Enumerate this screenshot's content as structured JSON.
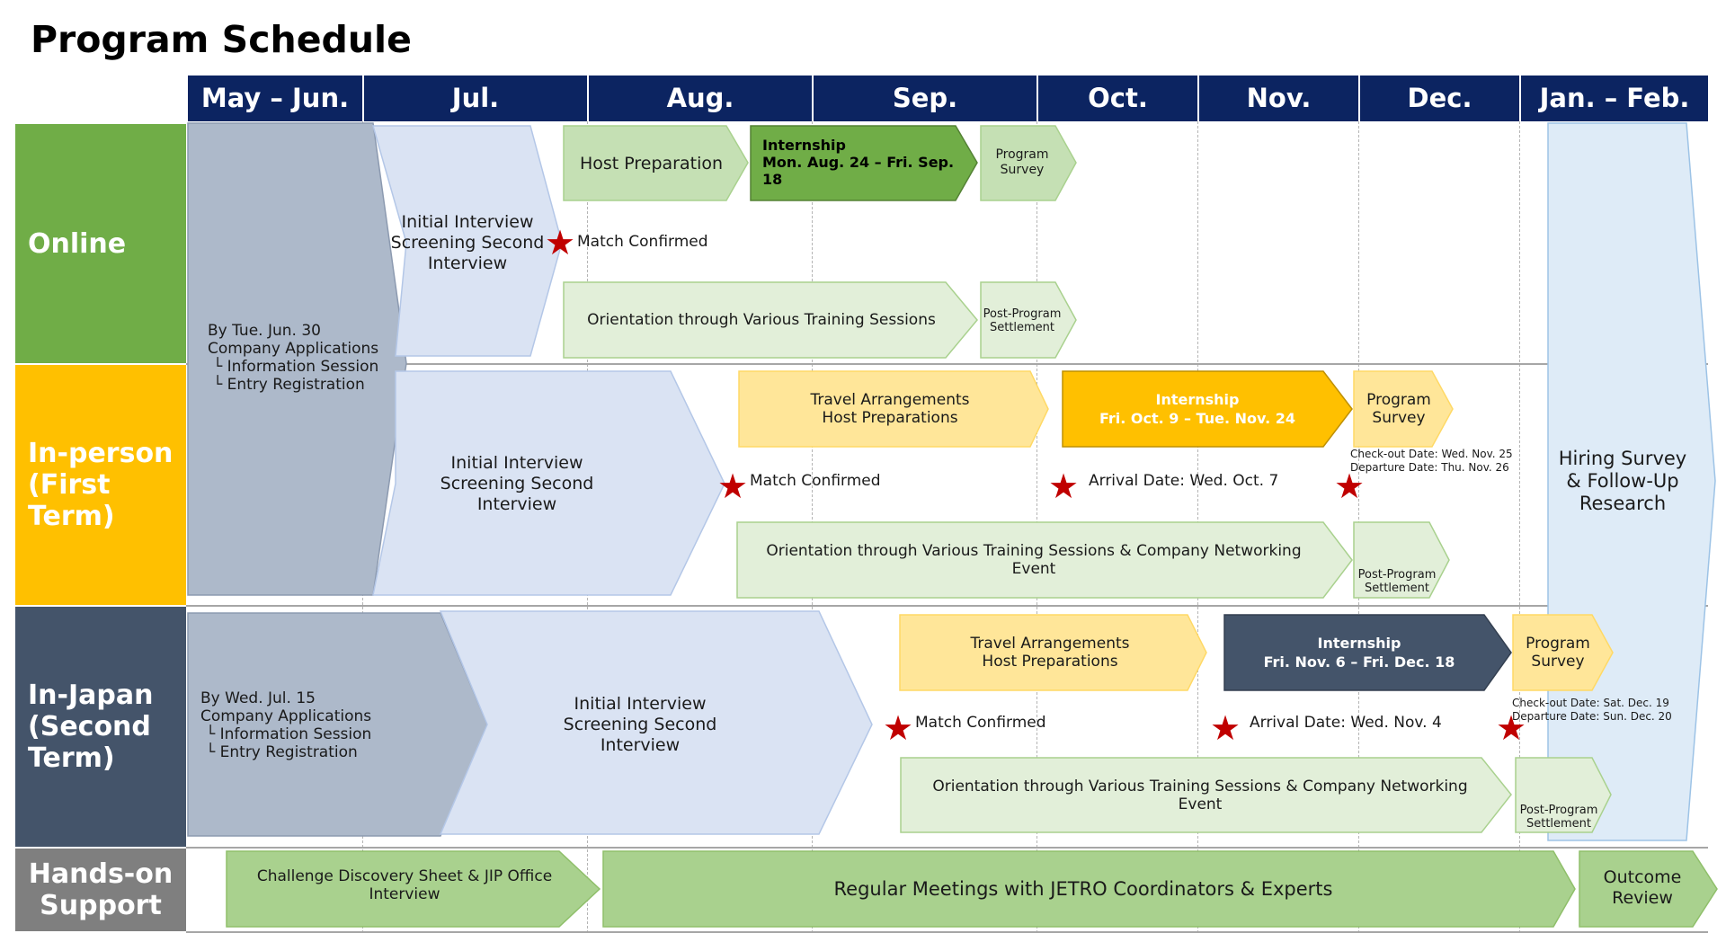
{
  "title": "Program Schedule",
  "months": [
    "May – Jun.",
    "Jul.",
    "Aug.",
    "Sep.",
    "Oct.",
    "Nov.",
    "Dec.",
    "Jan. – Feb."
  ],
  "rows": {
    "online": "Online",
    "in_person": "In-person (First Term)",
    "in_japan": "In-Japan (Second Term)",
    "hands_on": "Hands-on Support"
  },
  "apply_first": {
    "deadline": "By Tue. Jun. 30",
    "line1": "Company Applications",
    "line2": "└ Information Session",
    "line3": "└ Entry Registration"
  },
  "apply_second": {
    "deadline": "By Wed. Jul. 15",
    "line1": "Company Applications",
    "line2": "└ Information Session",
    "line3": "└ Entry Registration"
  },
  "online": {
    "interview": "Initial Interview Screening Second Interview",
    "host_prep": "Host Preparation",
    "internship_title": "Internship",
    "internship_dates": "Mon. Aug. 24 – Fri. Sep. 18",
    "survey": "Program Survey",
    "match": "Match Confirmed",
    "orientation": "Orientation through Various Training Sessions",
    "settlement": "Post-Program Settlement"
  },
  "in_person": {
    "interview": "Initial Interview Screening Second Interview",
    "travel": "Travel Arrangements Host Preparations",
    "internship_title": "Internship",
    "internship_dates": "Fri. Oct. 9 – Tue. Nov. 24",
    "survey": "Program Survey",
    "checkout": "Check-out Date: Wed. Nov. 25",
    "departure": "Departure Date: Thu. Nov. 26",
    "match": "Match Confirmed",
    "arrival": "Arrival Date: Wed. Oct. 7",
    "orientation": "Orientation through Various Training Sessions & Company Networking Event",
    "settlement": "Post-Program Settlement"
  },
  "in_japan": {
    "interview": "Initial Interview Screening Second Interview",
    "travel": "Travel Arrangements Host Preparations",
    "internship_title": "Internship",
    "internship_dates": "Fri. Nov. 6 – Fri. Dec. 18",
    "survey": "Program Survey",
    "checkout": "Check-out Date: Sat. Dec. 19",
    "departure": "Departure Date: Sun. Dec. 20",
    "match": "Match Confirmed",
    "arrival": "Arrival Date: Wed. Nov. 4",
    "orientation": "Orientation through Various Training Sessions & Company Networking Event",
    "settlement": "Post-Program Settlement"
  },
  "hiring": "Hiring Survey & Follow-Up Research",
  "hands_on": {
    "challenge": "Challenge Discovery Sheet & JIP Office Interview",
    "meetings": "Regular Meetings with JETRO Coordinators & Experts",
    "outcome": "Outcome Review"
  },
  "colors": {
    "header": "#0c2461",
    "online": "#70ad47",
    "in_person": "#ffc000",
    "in_japan": "#44546a",
    "hands_on": "#7f7f7f",
    "application": "#adb9ca",
    "interview": "#dae3f3",
    "light_green": "#e2efd9",
    "mid_green": "#c5e0b4",
    "green_bar": "#a9d18e",
    "yellow": "#ffe699",
    "hiring": "#deebf7",
    "star": "#c00000"
  }
}
